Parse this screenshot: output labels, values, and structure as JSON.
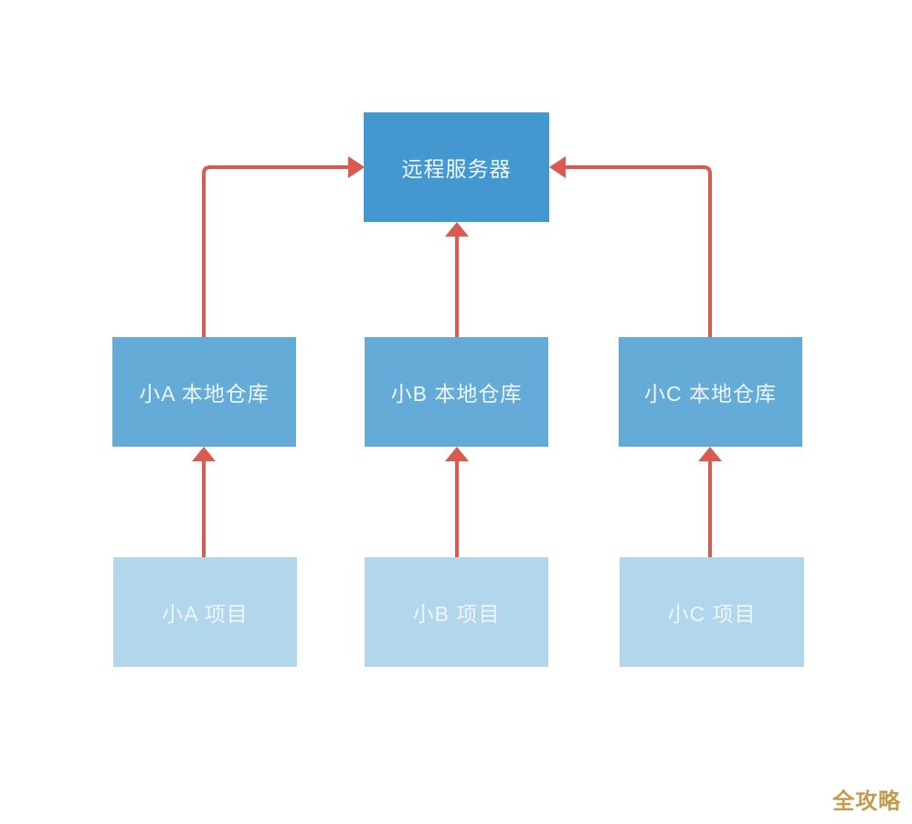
{
  "diagram": {
    "nodes": {
      "remote_server": {
        "label": "远程服务器"
      },
      "local_repo_a": {
        "label": "小A 本地仓库"
      },
      "local_repo_b": {
        "label": "小B 本地仓库"
      },
      "local_repo_c": {
        "label": "小C 本地仓库"
      },
      "project_a": {
        "label": "小A 项目"
      },
      "project_b": {
        "label": "小B 项目"
      },
      "project_c": {
        "label": "小C 项目"
      }
    },
    "edges": [
      {
        "from": "local_repo_a",
        "to": "remote_server"
      },
      {
        "from": "local_repo_b",
        "to": "remote_server"
      },
      {
        "from": "local_repo_c",
        "to": "remote_server"
      },
      {
        "from": "project_a",
        "to": "local_repo_a"
      },
      {
        "from": "project_b",
        "to": "local_repo_b"
      },
      {
        "from": "project_c",
        "to": "local_repo_c"
      }
    ],
    "watermark": "全攻略"
  },
  "colors": {
    "remote_box": "#4498d0",
    "local_box": "#64acd7",
    "project_box": "#b2d6ec",
    "arrow": "#db5a50",
    "node_text": "#eef6fc",
    "watermark": "#c49a4e",
    "bg": "#ffffff"
  }
}
